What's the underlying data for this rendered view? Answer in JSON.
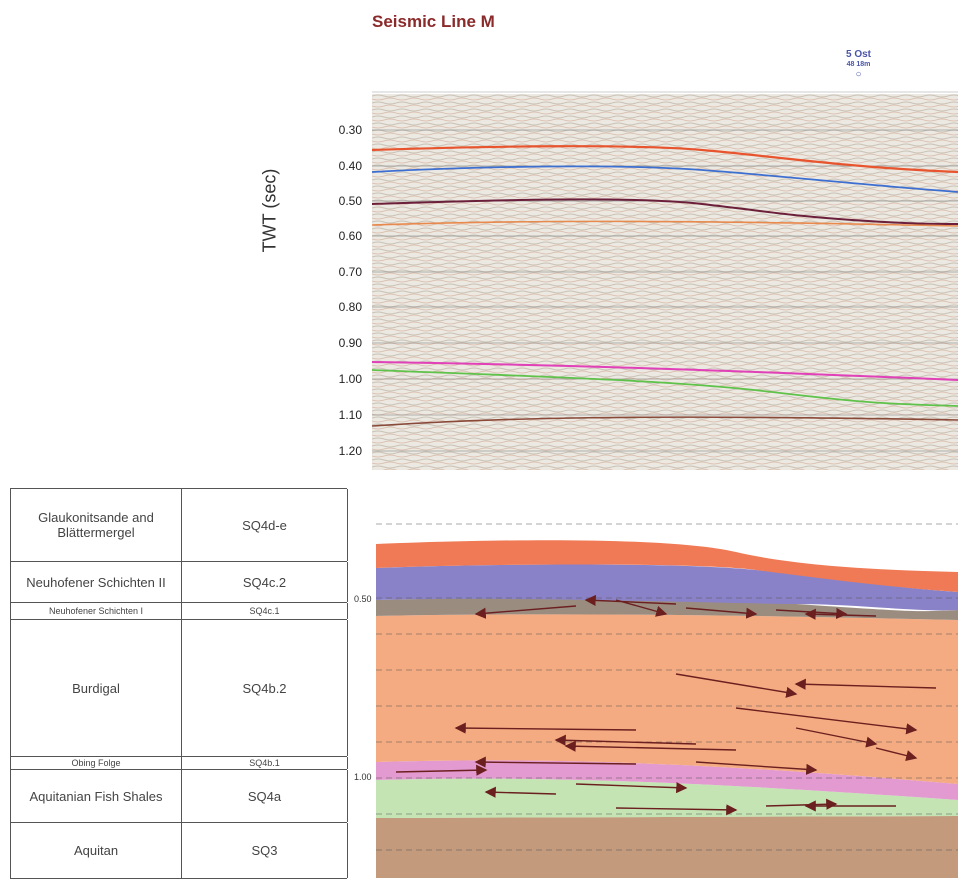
{
  "title": "Seismic Line M",
  "well": {
    "name": "5 Ost",
    "depth": "48 18m"
  },
  "seismic": {
    "y_axis_label": "TWT (sec)",
    "y_ticks": [
      "0.30",
      "0.40",
      "0.50",
      "0.60",
      "0.70",
      "0.80",
      "0.90",
      "1.00",
      "1.10",
      "1.20"
    ]
  },
  "stratigraphy": [
    {
      "unit": "Glaukonitsande and Blättermergel",
      "sequence": "SQ4d-e"
    },
    {
      "unit": "Neuhofener Schichten II",
      "sequence": "SQ4c.2"
    },
    {
      "unit": "Neuhofener Schichten I",
      "sequence": "SQ4c.1"
    },
    {
      "unit": "Burdigal",
      "sequence": "SQ4b.2"
    },
    {
      "unit": "Obing Folge",
      "sequence": "SQ4b.1"
    },
    {
      "unit": "Aquitanian Fish Shales",
      "sequence": "SQ4a"
    },
    {
      "unit": "Aquitan",
      "sequence": "SQ3"
    }
  ],
  "wheeler_ticks": [
    "0.50",
    "1.00"
  ],
  "colors": {
    "title": "#8a2a2a",
    "orange_horizon": "#e8542e",
    "blue_horizon": "#3d6fd1",
    "maroon_horizon": "#6b1f3a",
    "pink_horizon": "#e040b8",
    "green_horizon": "#5fc24a",
    "sq4de_fill": "#ef7a55",
    "sq4c2_fill": "#8a82c8",
    "sq4c1_fill": "#9b8c80",
    "burdigal_fill": "#f4ab82",
    "obing_fill": "#e29ad0",
    "fish_shales_fill": "#c4e4b4",
    "aquitan_fill": "#c39a7c"
  }
}
